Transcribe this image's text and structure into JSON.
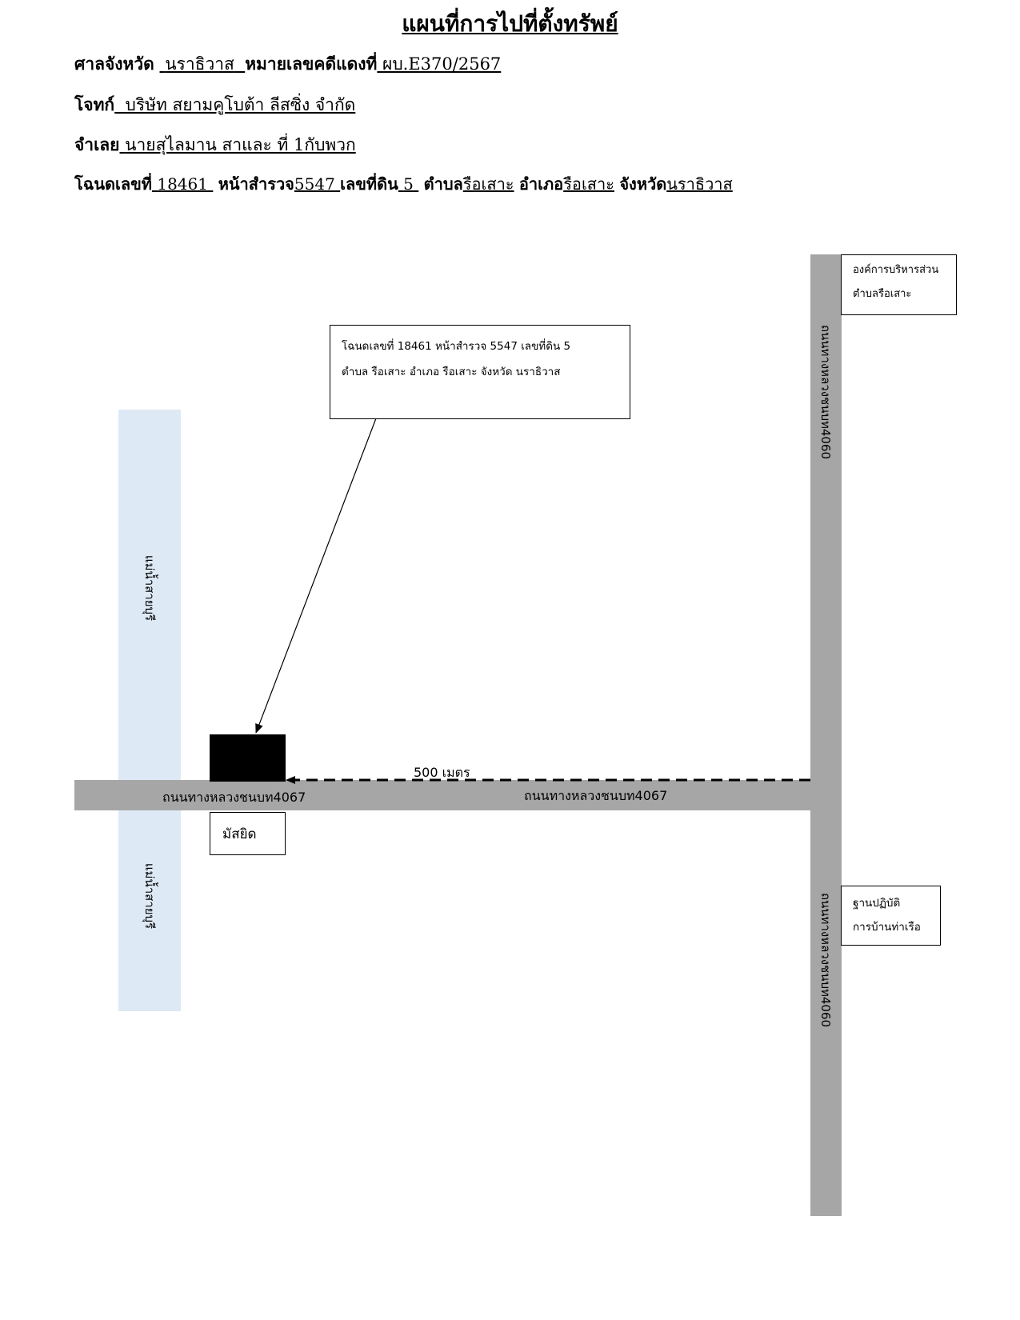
{
  "header": {
    "title": "แผนที่การไปที่ตั้งทรัพย์",
    "court_label": "ศาลจังหวัด",
    "court_value": "นราธิวาส",
    "case_label": "หมายเลขคดีแดงที่",
    "case_value": "ผบ.E370/2567",
    "plaintiff_label": "โจทก์",
    "plaintiff_value": "บริษัท สยามคูโบต้า ลีสซิ่ง จำกัด",
    "defendant_label": "จำเลย",
    "defendant_value": "นายสุไลมาน สาและ ที่ 1กับพวก",
    "deed_label": "โฉนดเลขที่",
    "deed_value": "18461",
    "survey_label": "หน้าสำรวจ",
    "survey_value": "5547",
    "land_label": "เลขที่ดิน",
    "land_value": "5",
    "subdistrict_label": "ตำบล",
    "subdistrict_value": "รือเสาะ",
    "district_label": "อำเภอ",
    "district_value": "รือเสาะ",
    "province_label": "จังหวัด",
    "province_value": "นราธิวาส"
  },
  "map": {
    "river_label": "แม่น้ำสายบุรี",
    "road_vertical_label": "ถนนทางหลวงชนบท4060",
    "road_horizontal_label": "ถนนทางหลวงชนบท4067",
    "distance_label": "500 เมตร",
    "callout_line1": "โฉนดเลขที่  18461  หน้าสำรวจ 5547 เลขที่ดิน  5",
    "callout_line2": "ตำบล รือเสาะ  อำเภอ รือเสาะ  จังหวัด นราธิวาส",
    "landmark_mosque": "มัสยิด",
    "landmark_tao_line1": "องค์การบริหารส่วน",
    "landmark_tao_line2": "ตำบลรือเสาะ",
    "landmark_base_line1": "ฐานปฏิบัติ",
    "landmark_base_line2": "การบ้านท่าเรือ",
    "colors": {
      "river": "#dde9f5",
      "road": "#a6a6a6",
      "property": "#000000"
    }
  }
}
